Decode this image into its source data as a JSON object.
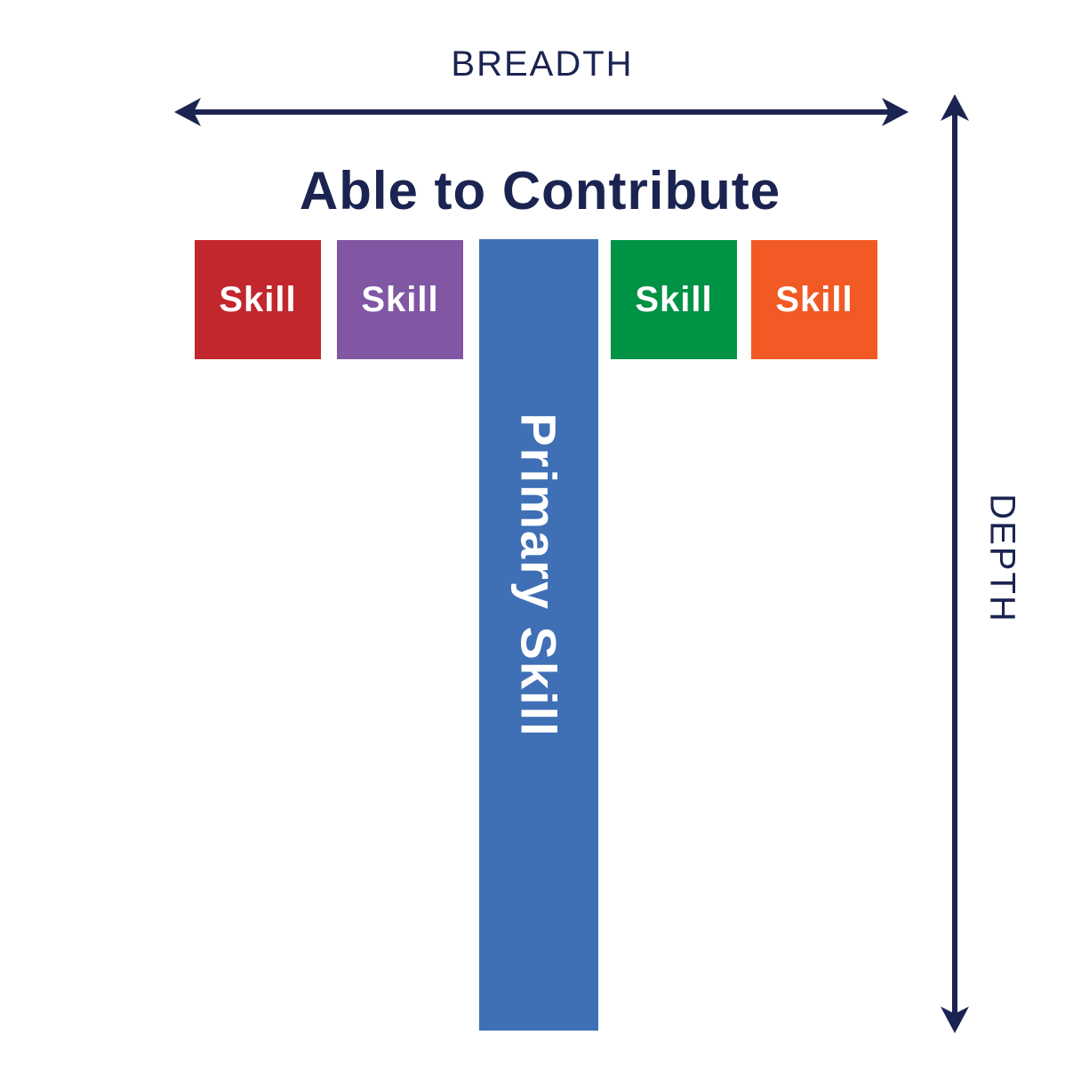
{
  "labels": {
    "breadth": "BREADTH",
    "depth": "DEPTH",
    "title": "Able to Contribute",
    "primary": "Primary Skill"
  },
  "skills": [
    {
      "label": "Skill",
      "color": "#c1272d"
    },
    {
      "label": "Skill",
      "color": "#8156a3"
    },
    {
      "label": "Skill",
      "color": "#009245"
    },
    {
      "label": "Skill",
      "color": "#f15a24"
    }
  ],
  "colors": {
    "arrow": "#1b2451",
    "text": "#1b2451",
    "primary_bar": "#3f6fb5"
  }
}
